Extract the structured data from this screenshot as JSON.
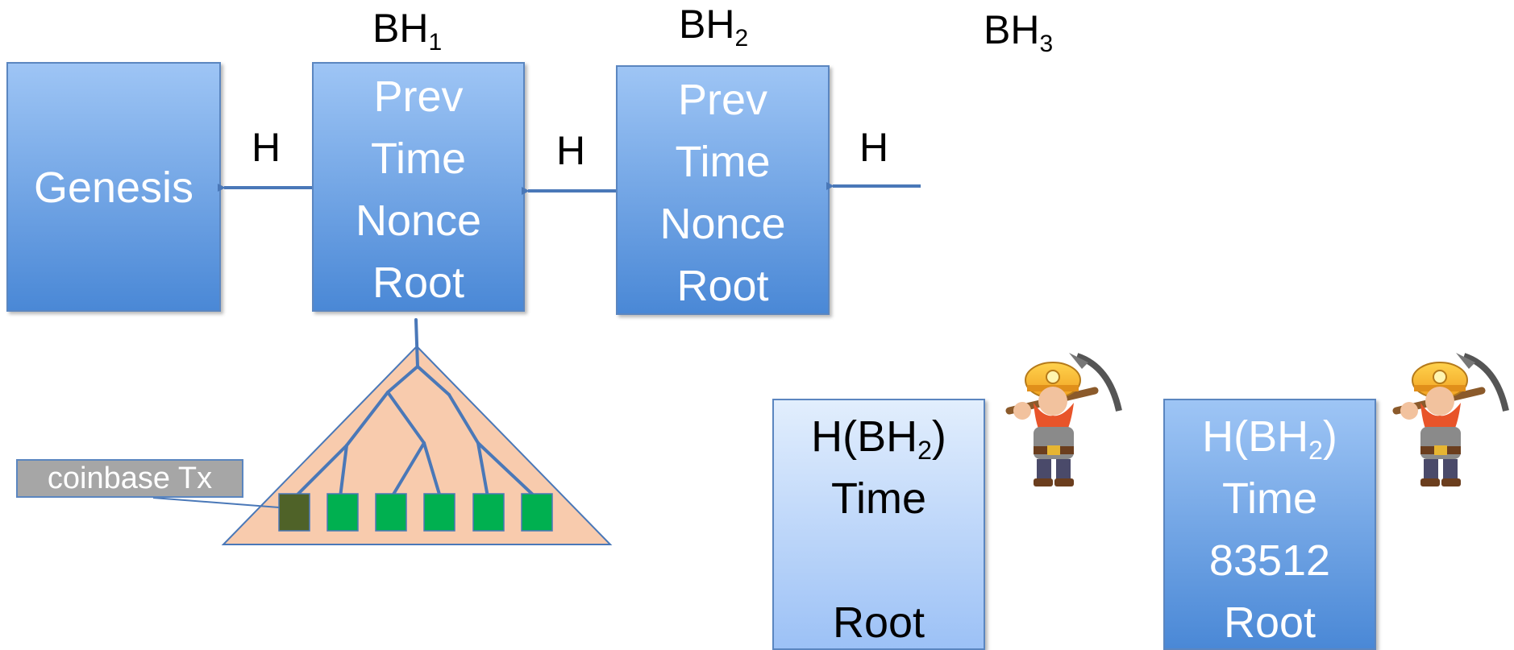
{
  "header_labels": {
    "bh1": "BH",
    "bh1_sub": "1",
    "bh2": "BH",
    "bh2_sub": "2",
    "bh3": "BH",
    "bh3_sub": "3"
  },
  "arrow_label": "H",
  "genesis": {
    "label": "Genesis"
  },
  "block1": {
    "lines": [
      "Prev",
      "Time",
      "Nonce",
      "Root"
    ]
  },
  "block2": {
    "lines": [
      "Prev",
      "Time",
      "Nonce",
      "Root"
    ]
  },
  "candidate_a": {
    "hash_prefix": "H(BH",
    "hash_sub": "2",
    "hash_suffix": ")",
    "time": "Time",
    "nonce": "",
    "root": "Root"
  },
  "candidate_b": {
    "hash_prefix": "H(BH",
    "hash_sub": "2",
    "hash_suffix": ")",
    "time": "Time",
    "nonce": "83512",
    "root": "Root"
  },
  "merkle": {
    "coinbase_label": "coinbase Tx",
    "leaf_count": 6
  },
  "colors": {
    "box_top": "#9ec5f5",
    "box_bottom": "#4a88d6",
    "arrow": "#4a78b8",
    "tree_fill": "#f8cbad",
    "leaf": "#00b050",
    "coinbase_leaf": "#4f6228"
  },
  "icons": [
    "miner-dwarf-icon",
    "miner-dwarf-icon"
  ]
}
